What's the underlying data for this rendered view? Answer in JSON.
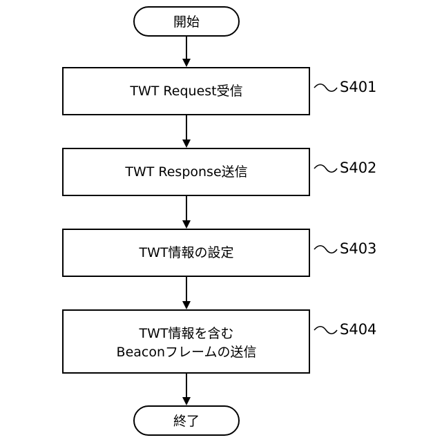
{
  "flowchart": {
    "start": "開始",
    "end": "終了",
    "steps": [
      {
        "lines": [
          "TWT Request受信"
        ],
        "label": "S401"
      },
      {
        "lines": [
          "TWT Response送信"
        ],
        "label": "S402"
      },
      {
        "lines": [
          "TWT情報の設定"
        ],
        "label": "S403"
      },
      {
        "lines": [
          "TWT情報を含む",
          "Beaconフレームの送信"
        ],
        "label": "S404"
      }
    ]
  }
}
